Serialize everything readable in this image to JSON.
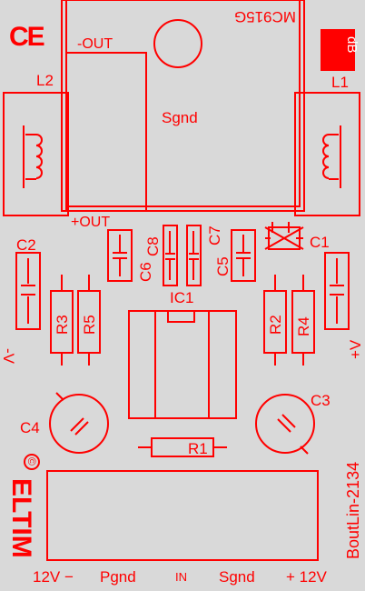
{
  "colors": {
    "background": "#d9d9d9",
    "silkscreen": "#ff0000"
  },
  "marks": {
    "ce": "CE",
    "db": "dB",
    "brand": "ELTIM",
    "copyright": "©",
    "board_id": "BoutLin-2134"
  },
  "transformer": {
    "part": "MC915G",
    "neg_out": "-OUT",
    "pos_out": "+OUT",
    "sgnd": "Sgnd"
  },
  "inductors": {
    "l1": "L1",
    "l2": "L2"
  },
  "capacitors": {
    "c1": "C1",
    "c2": "C2",
    "c3": "C3",
    "c4": "C4",
    "c5": "C5",
    "c6": "C6",
    "c7": "C7",
    "c8": "C8"
  },
  "resistors": {
    "r1": "R1",
    "r2": "R2",
    "r3": "R3",
    "r4": "R4",
    "r5": "R5"
  },
  "ic": {
    "label": "IC1"
  },
  "side_labels": {
    "neg_v": "-V",
    "pos_v": "+V"
  },
  "terminals": [
    "12V −",
    "Pgnd",
    "IN",
    "Sgnd",
    "+ 12V"
  ]
}
